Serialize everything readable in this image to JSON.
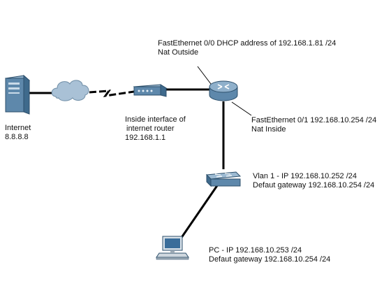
{
  "labels": {
    "internet_line1": "Internet",
    "internet_line2": "8.8.8.8",
    "fa00_line1": "FastEthernet 0/0 DHCP address of 192.168.1.81 /24",
    "fa00_line2": "Nat Outside",
    "inside_line1": "Inside interface of",
    "inside_line2": "internet router",
    "inside_line3": "192.168.1.1",
    "fa01_line1": "FastEthernet 0/1 192.168.10.254 /24",
    "fa01_line2": "Nat Inside",
    "vlan_line1": "Vlan 1 - IP 192.168.10.252 /24",
    "vlan_line2": "Defaut gateway 192.168.10.254 /24",
    "pc_line1": "PC - IP 192.168.10.253 /24",
    "pc_line2": "Defaut gateway 192.168.10.254 /24"
  },
  "devices": {
    "internet_server_icon": "server-icon",
    "cloud_icon": "cloud-icon",
    "modem_icon": "modem-icon",
    "router_icon": "router-icon",
    "switch_icon": "switch-icon",
    "pc_icon": "pc-icon"
  },
  "colors": {
    "device_blue": "#6e97b8",
    "device_dark": "#3f6a8c",
    "cloud": "#a9c1d6",
    "link": "#000000"
  }
}
